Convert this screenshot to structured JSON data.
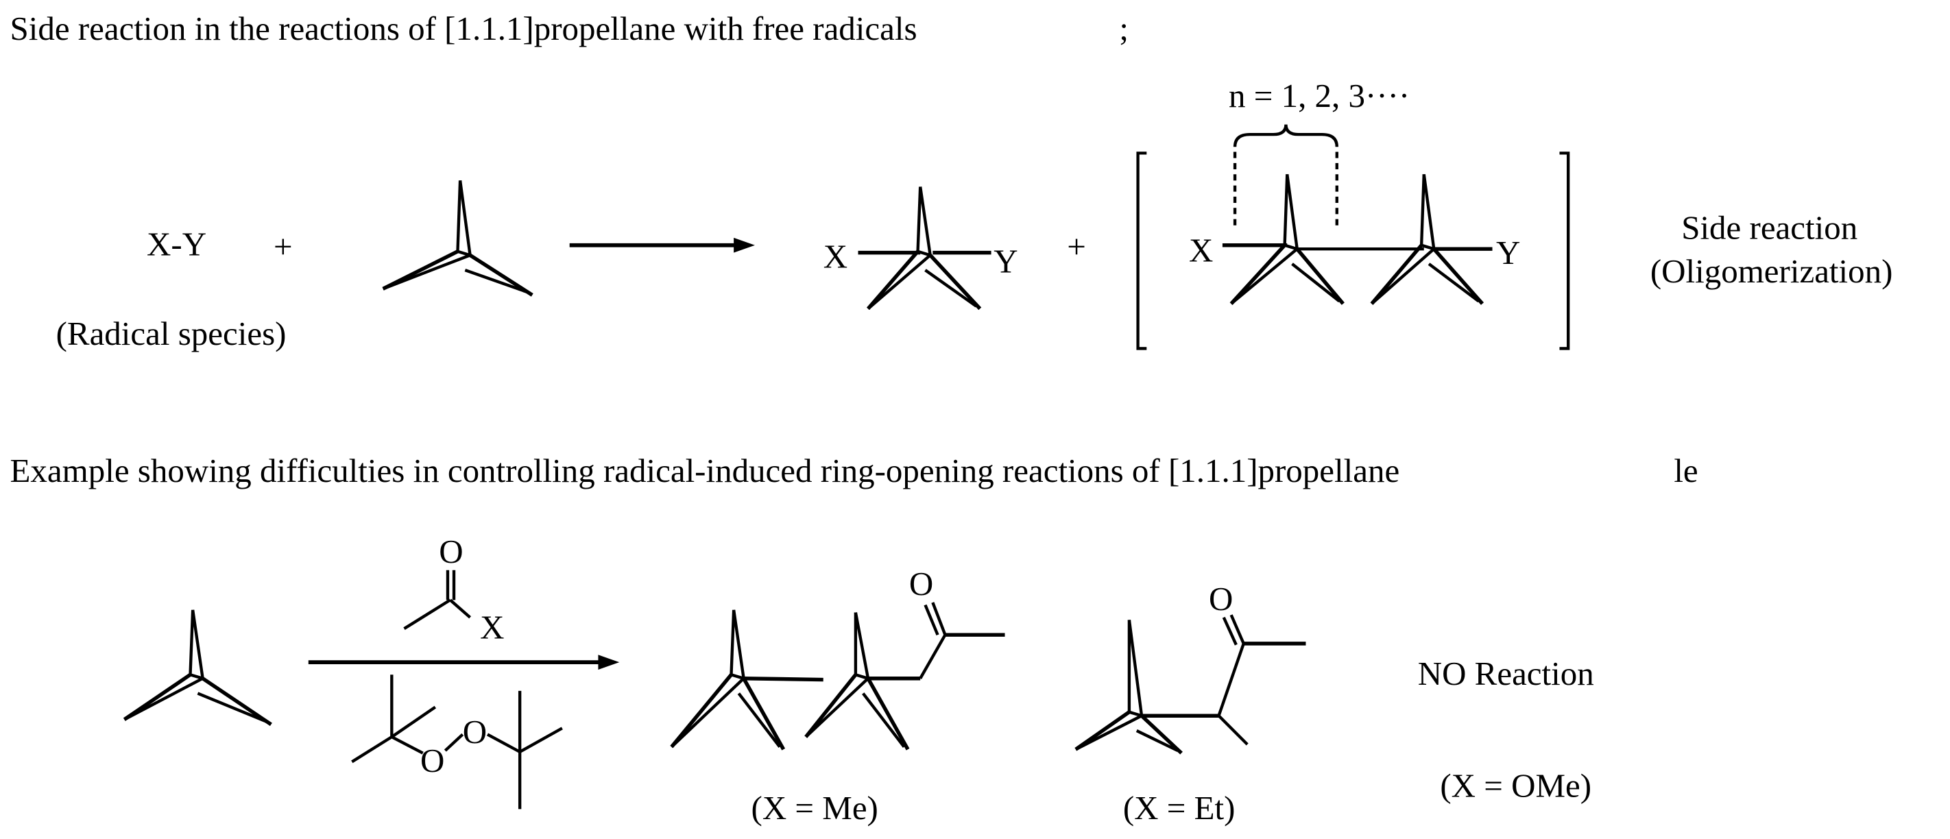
{
  "scheme1": {
    "title": "Side reaction in the reactions of [1.1.1]propellane with free radicals",
    "title_suffix": ";",
    "reagent": "X-Y",
    "reagent_note": "(Radical species)",
    "plus": "+",
    "atom_x": "X",
    "atom_y": "Y",
    "repeat_label": "n = 1, 2, 3····",
    "side_label_1": "Side reaction",
    "side_label_2": "(Oligomerization)"
  },
  "scheme2": {
    "title": "Example showing difficulties in controlling radical-induced ring-opening reactions of [1.1.1]propellane",
    "title_suffix": "le",
    "oxygen": "O",
    "reagent_x": "X",
    "product_me_label": "(X = Me)",
    "product_et_label": "(X = Et)",
    "no_reaction": "NO Reaction",
    "no_reaction_label": "(X = OMe)"
  }
}
